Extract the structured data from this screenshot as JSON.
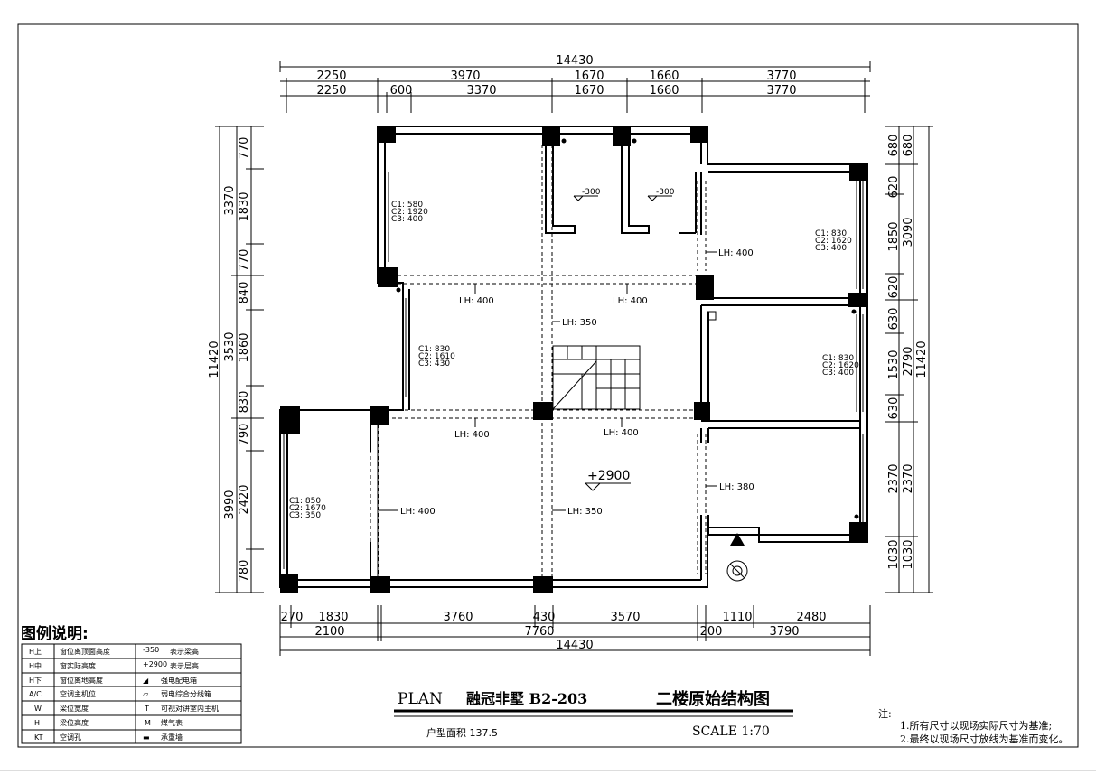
{
  "dims": {
    "top_total": "14430",
    "top_row1": [
      "2250",
      "3970",
      "1670",
      "1660",
      "3770"
    ],
    "top_row2": [
      "2250",
      "600",
      "3370",
      "1670",
      "1660",
      "3770"
    ],
    "bottom_row1": [
      "270",
      "1830",
      "3760",
      "430",
      "3570",
      "200",
      "1110",
      "2480"
    ],
    "bottom_row2": [
      "2100",
      "7760",
      "3790"
    ],
    "bottom_total": "14430",
    "left_outer_total": "11420",
    "left_mid": [
      "3370",
      "3530",
      "3990"
    ],
    "left_inner": [
      "770",
      "1830",
      "770",
      "840",
      "1860",
      "830",
      "790",
      "2420",
      "780"
    ],
    "right_outer": [
      "680",
      "3090",
      "2790",
      "2370",
      "1030"
    ],
    "right_inner": [
      "680",
      "620",
      "1850",
      "620",
      "630",
      "1530",
      "630",
      "2370",
      "1030"
    ],
    "right_total": "11420"
  },
  "windows": {
    "w1": [
      "C1: 580",
      "C2: 1920",
      "C3: 400"
    ],
    "w2": [
      "C1: 830",
      "C2: 1620",
      "C3: 400"
    ],
    "w3": [
      "C1: 830",
      "C2: 1610",
      "C3: 430"
    ],
    "w4": [
      "C1: 830",
      "C2: 1620",
      "C3: 400"
    ],
    "w5": [
      "C1: 850",
      "C2: 1670",
      "C3: 350"
    ]
  },
  "beams": {
    "b1": "LH: 400",
    "b2": "LH: 400",
    "b3": "LH: 400",
    "b4": "LH: 350",
    "b5": "LH: 400",
    "b6": "LH: 400",
    "b7": "LH: 380",
    "b8": "LH: 400",
    "b9": "LH: 350"
  },
  "levels": {
    "bath1": "-300",
    "bath2": "-300",
    "main": "+2900"
  },
  "legend": {
    "title": "图例说明:",
    "rows": [
      [
        "H上",
        "窗位离顶面高度",
        "-350",
        "表示梁高"
      ],
      [
        "H中",
        "窗实际高度",
        "+2900",
        "表示层高"
      ],
      [
        "H下",
        "窗位离地高度",
        "◢",
        "强电配电箱"
      ],
      [
        "A/C",
        "空调主机位",
        "▱",
        "弱电综合分线箱"
      ],
      [
        "W",
        "梁位宽度",
        "T",
        "可视对讲室内主机"
      ],
      [
        "H",
        "梁位高度",
        "M",
        "煤气表"
      ],
      [
        "KT",
        "空调孔",
        "▬",
        "承重墙"
      ]
    ]
  },
  "title": {
    "plan": "PLAN",
    "project": "融冠非墅 B2-203",
    "name": "二楼原始结构图",
    "area": "户型面积 137.5",
    "scale": "SCALE 1:70"
  },
  "notes": {
    "label": "注:",
    "n1": "1.所有尺寸以现场实际尺寸为基准;",
    "n2": "2.最终以现场尺寸放线为基准而变化。"
  },
  "colors": {
    "line": "#000000",
    "background": "#ffffff"
  }
}
